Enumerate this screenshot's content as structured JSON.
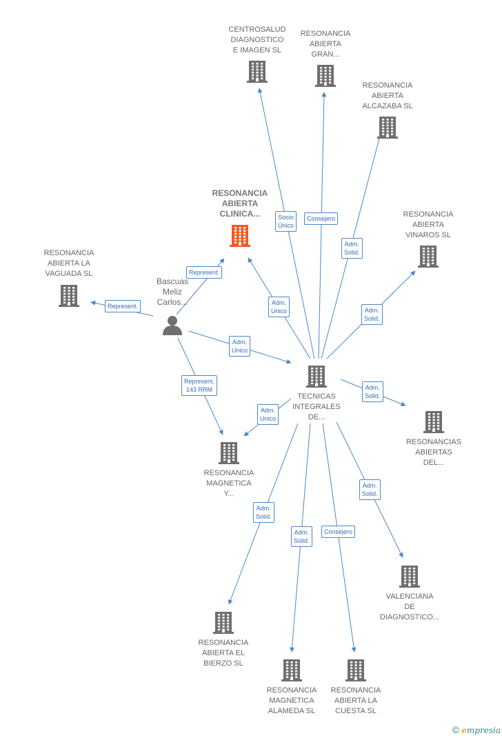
{
  "nodes": [
    {
      "id": "centrosalud",
      "label_lines": [
        "CENTROSALUD",
        "DIAGNOSTICO",
        "E IMAGEN SL"
      ],
      "kind": "company"
    },
    {
      "id": "gran",
      "label_lines": [
        "RESONANCIA",
        "ABIERTA",
        "GRAN..."
      ],
      "kind": "company"
    },
    {
      "id": "alcazaba",
      "label_lines": [
        "RESONANCIA",
        "ABIERTA",
        "ALCAZABA SL"
      ],
      "kind": "company"
    },
    {
      "id": "clinica",
      "label_lines": [
        "RESONANCIA",
        "ABIERTA",
        "CLINICA..."
      ],
      "kind": "main"
    },
    {
      "id": "vinaros",
      "label_lines": [
        "RESONANCIA",
        "ABIERTA",
        "VINAROS SL"
      ],
      "kind": "company"
    },
    {
      "id": "vaguada",
      "label_lines": [
        "RESONANCIA",
        "ABIERTA LA",
        "VAGUADA SL"
      ],
      "kind": "company"
    },
    {
      "id": "person",
      "label_lines": [
        "Bascuas",
        "Meliz",
        "Carlos..."
      ],
      "kind": "person"
    },
    {
      "id": "tecnicas",
      "label_lines": [
        "TECNICAS",
        "INTEGRALES",
        "DE..."
      ],
      "kind": "company"
    },
    {
      "id": "abiertas_del",
      "label_lines": [
        "RESONANCIAS",
        "ABIERTAS",
        "DEL..."
      ],
      "kind": "company"
    },
    {
      "id": "magnetica_y",
      "label_lines": [
        "RESONANCIA",
        "MAGNETICA",
        "Y..."
      ],
      "kind": "company"
    },
    {
      "id": "valenciana",
      "label_lines": [
        "VALENCIANA",
        "DE",
        "DIAGNOSTICO..."
      ],
      "kind": "company"
    },
    {
      "id": "bierzo",
      "label_lines": [
        "RESONANCIA",
        "ABIERTA EL",
        "BIERZO SL"
      ],
      "kind": "company"
    },
    {
      "id": "alameda",
      "label_lines": [
        "RESONANCIA",
        "MAGNETICA",
        "ALAMEDA SL"
      ],
      "kind": "company"
    },
    {
      "id": "cuesta",
      "label_lines": [
        "RESONANCIA",
        "ABIERTA LA",
        "CUESTA SL"
      ],
      "kind": "company"
    }
  ],
  "edges": [
    {
      "from": "tecnicas",
      "to": "centrosalud",
      "label_lines": [
        "Socio",
        "Único"
      ]
    },
    {
      "from": "tecnicas",
      "to": "gran",
      "label_lines": [
        "Consejero"
      ]
    },
    {
      "from": "tecnicas",
      "to": "alcazaba",
      "label_lines": [
        "Adm.",
        "Solid."
      ]
    },
    {
      "from": "tecnicas",
      "to": "clinica",
      "label_lines": [
        "Adm.",
        "Unico"
      ]
    },
    {
      "from": "tecnicas",
      "to": "vinaros",
      "label_lines": [
        "Adm.",
        "Solid."
      ]
    },
    {
      "from": "person",
      "to": "clinica",
      "label_lines": [
        "Represent."
      ]
    },
    {
      "from": "person",
      "to": "vaguada",
      "label_lines": [
        "Represent."
      ]
    },
    {
      "from": "person",
      "to": "tecnicas",
      "label_lines": [
        "Adm.",
        "Unico"
      ]
    },
    {
      "from": "person",
      "to": "magnetica_y",
      "label_lines": [
        "Represent.",
        "143 RRM"
      ]
    },
    {
      "from": "tecnicas",
      "to": "magnetica_y",
      "label_lines": [
        "Adm.",
        "Unico"
      ]
    },
    {
      "from": "tecnicas",
      "to": "abiertas_del",
      "label_lines": [
        "Adm.",
        "Solid."
      ]
    },
    {
      "from": "tecnicas",
      "to": "valenciana",
      "label_lines": [
        "Adm.",
        "Solid."
      ]
    },
    {
      "from": "tecnicas",
      "to": "bierzo",
      "label_lines": [
        "Adm.",
        "Solid."
      ]
    },
    {
      "from": "tecnicas",
      "to": "alameda",
      "label_lines": [
        "Adm.",
        "Solid."
      ]
    },
    {
      "from": "tecnicas",
      "to": "cuesta",
      "label_lines": [
        "Consejero"
      ]
    }
  ],
  "footer": {
    "copyright_symbol": "©",
    "brand_initial": "e",
    "brand_rest": "mpresia"
  },
  "colors": {
    "edge": "#4a86c8",
    "company_icon": "#6f6f6f",
    "main_icon": "#f05a28",
    "person_icon": "#6f6f6f"
  }
}
